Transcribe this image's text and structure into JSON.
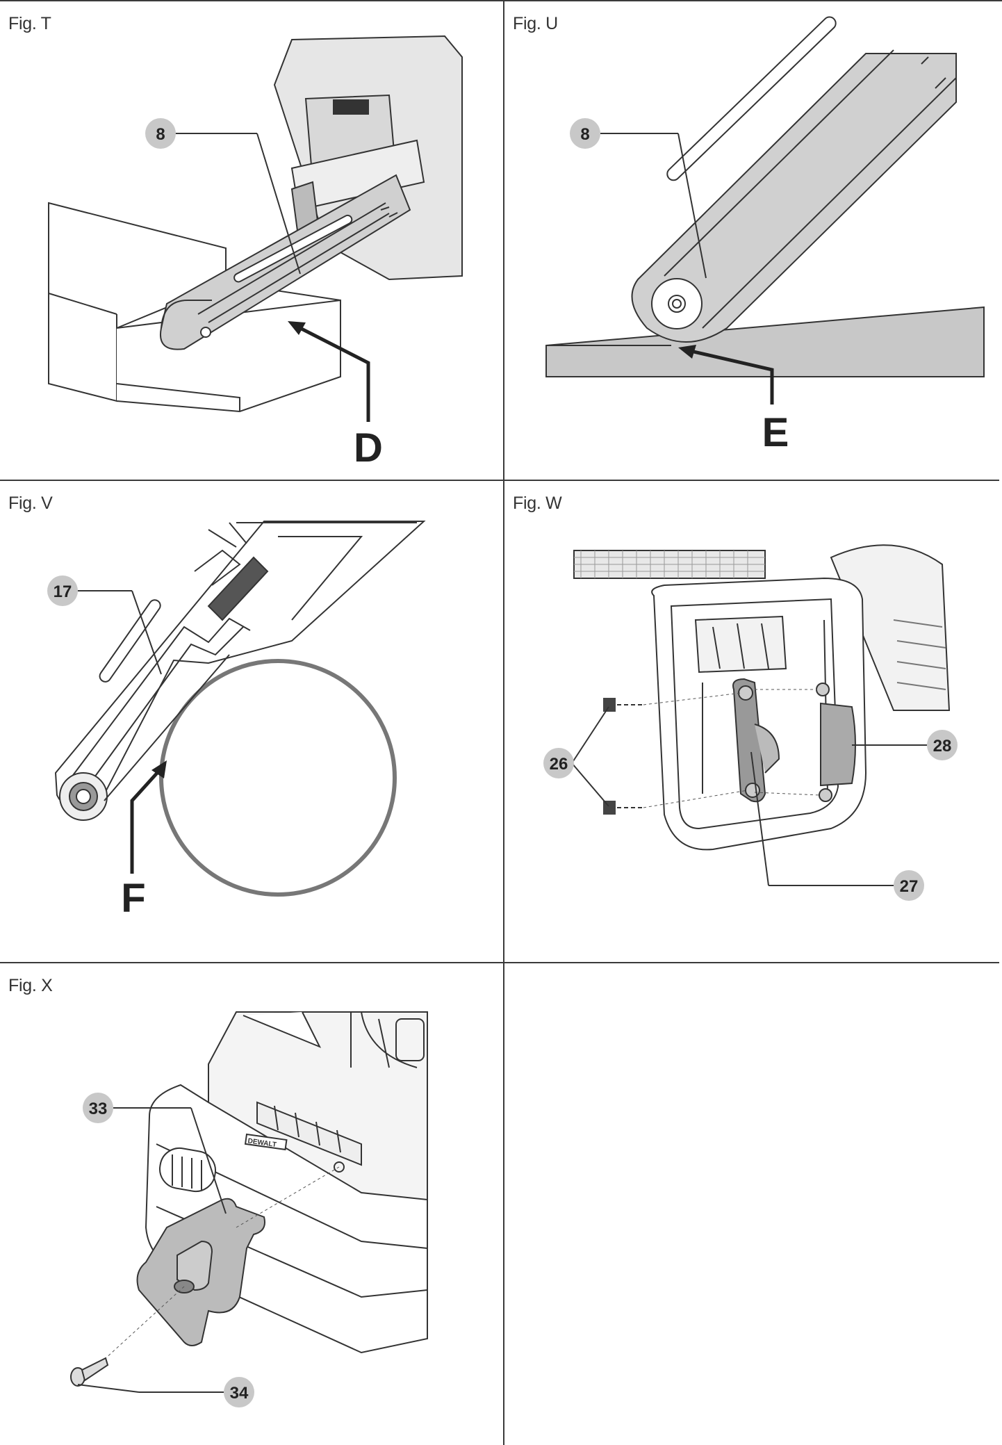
{
  "figures": {
    "t": {
      "label": "Fig. T",
      "callouts": [
        "8"
      ],
      "letter": "D"
    },
    "u": {
      "label": "Fig. U",
      "callouts": [
        "8"
      ],
      "letter": "E"
    },
    "v": {
      "label": "Fig. V",
      "callouts": [
        "17"
      ],
      "letter": "F"
    },
    "w": {
      "label": "Fig. W",
      "callouts": [
        "26",
        "28",
        "27"
      ]
    },
    "x": {
      "label": "Fig. X",
      "callouts": [
        "33",
        "34"
      ],
      "brand": "DEWALT"
    }
  },
  "colors": {
    "line": "#333333",
    "fill": "#c8c8c8",
    "badge": "#c8c8c8"
  }
}
